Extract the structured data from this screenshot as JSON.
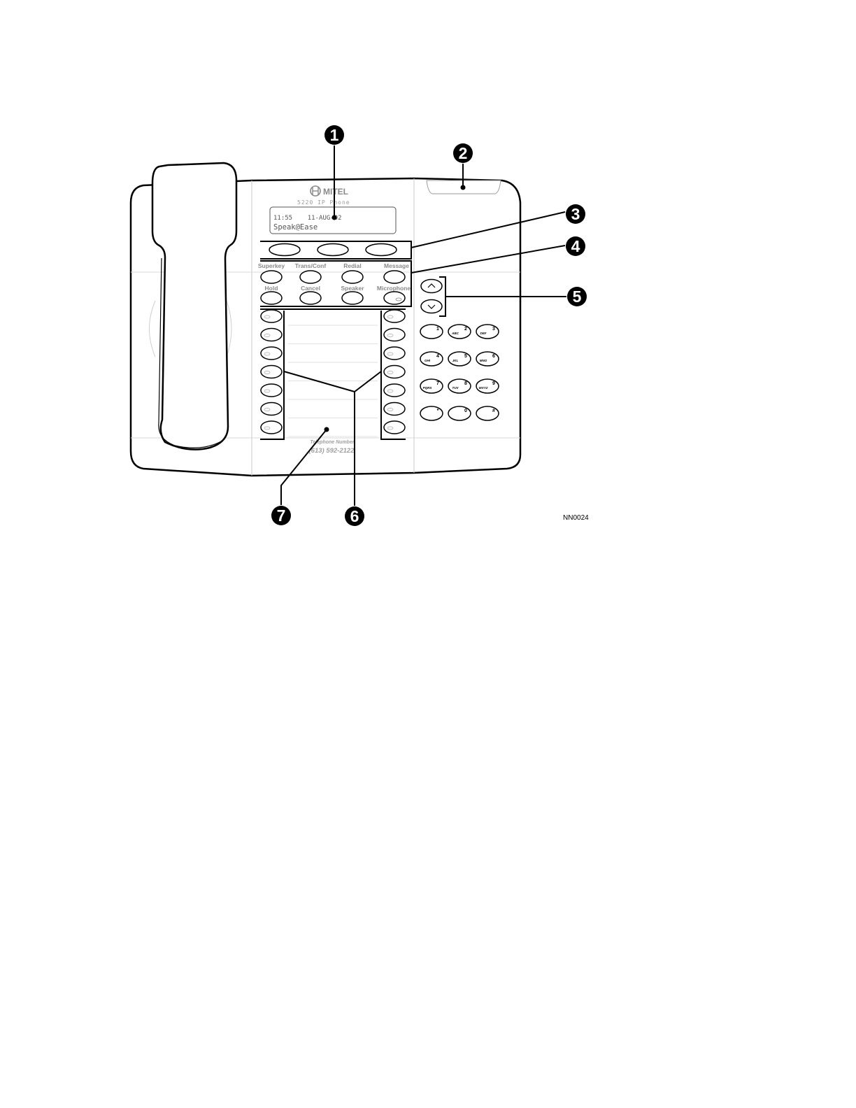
{
  "phone": {
    "brand": "MITEL",
    "model": "5220 IP Phone",
    "display_line1": "11:55    11-AUG-02",
    "display_line2": "Speak@Ease"
  },
  "feature_keys": {
    "top_row": [
      "Superkey",
      "Trans/Conf",
      "Redial",
      "Message"
    ],
    "bottom_row": [
      "Hold",
      "Cancel",
      "Speaker",
      "Microphone"
    ]
  },
  "dialpad": [
    {
      "digit": "1",
      "letters": ""
    },
    {
      "digit": "2",
      "letters": "ABC"
    },
    {
      "digit": "3",
      "letters": "DEF"
    },
    {
      "digit": "4",
      "letters": "GHI"
    },
    {
      "digit": "5",
      "letters": "JKL"
    },
    {
      "digit": "6",
      "letters": "MNO"
    },
    {
      "digit": "7",
      "letters": "PQRS"
    },
    {
      "digit": "8",
      "letters": "TUV"
    },
    {
      "digit": "9",
      "letters": "WXYZ"
    },
    {
      "digit": "*",
      "letters": ""
    },
    {
      "digit": "0",
      "letters": ""
    },
    {
      "digit": "#",
      "letters": ""
    }
  ],
  "directory_card": {
    "label": "Telephone Number",
    "number": "(613) 592-2122"
  },
  "callouts": [
    "1",
    "2",
    "3",
    "4",
    "5",
    "6",
    "7"
  ],
  "figure_id": "NN0024"
}
